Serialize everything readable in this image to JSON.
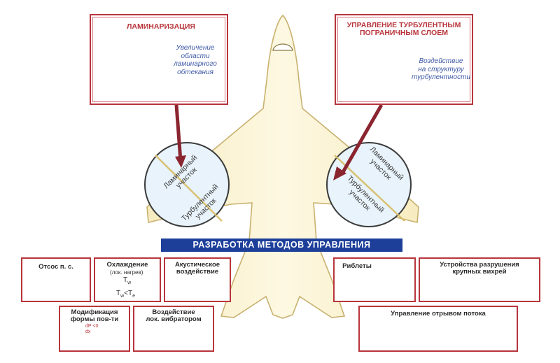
{
  "laminarization": {
    "title": "ЛАМИНАРИЗАЦИЯ",
    "description_lines": [
      "Увеличение",
      "области",
      "ламинарного",
      "обтекания"
    ]
  },
  "turbulent_control": {
    "title_lines": [
      "УПРАВЛЕНИЕ ТУРБУЛЕНТНЫМ",
      "ПОГРАНИЧНЫМ СЛОЕМ"
    ],
    "description_lines": [
      "Воздействие",
      "на структуру",
      "турбулентности"
    ]
  },
  "left_circle": {
    "laminar_label": [
      "Ламинарный",
      "участок"
    ],
    "turbulent_label": [
      "Турбулентный",
      "участок"
    ]
  },
  "right_circle": {
    "laminar_label": [
      "Ламинарный",
      "участок"
    ],
    "turbulent_label": [
      "Турбулентный",
      "участок"
    ]
  },
  "banner": "РАЗРАБОТКА МЕТОДОВ УПРАВЛЕНИЯ",
  "methods": {
    "suction": "Отсос п. с.",
    "cooling": {
      "title": "Охлаждение",
      "subtitle": "(лок. нагрев)",
      "symbol_top": "T",
      "symbol_top_sub": "w",
      "formula_a": "T",
      "formula_a_sub": "w",
      "formula_lt": "<",
      "formula_b": "T",
      "formula_b_sub": "e"
    },
    "acoustic": [
      "Акустическое",
      "воздействие"
    ],
    "shape_mod": {
      "lines": [
        "Модификация",
        "формы пов-ти"
      ],
      "formula": "dP <0",
      "formula_den": "dx"
    },
    "vibrator": [
      "Воздействие",
      "лок. вибратором"
    ],
    "riblets": "Риблеты",
    "vortex_devices": [
      "Устройства разрушения",
      "крупных вихрей"
    ],
    "separation_control": "Управление отрывом потока"
  },
  "colors": {
    "frame_red": "#b8353c",
    "wing_fill": "#fbf3cf",
    "wing_stroke": "#c9b16f",
    "banner_blue": "#1d3f9a",
    "text_blue": "#3f59a6",
    "circle_fill": "#e8f3fb"
  }
}
